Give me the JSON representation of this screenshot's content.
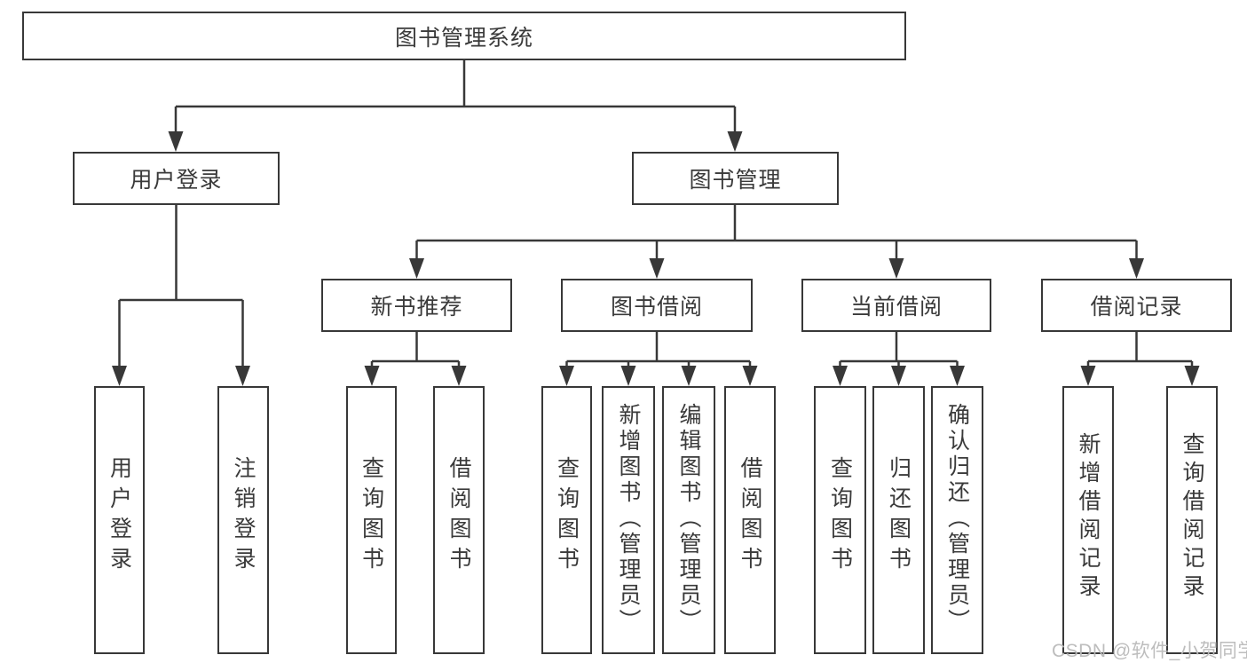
{
  "watermark": "CSDN @软件_小贺同学",
  "colors": {
    "line": "#383838",
    "text": "#3a3a3a",
    "background": "#ffffff",
    "watermark": "#b9b9b9"
  },
  "tree": {
    "root": {
      "label": "图书管理系统"
    },
    "nodes": [
      {
        "label": "用户登录",
        "children": [
          {
            "label": "用户登录"
          },
          {
            "label": "注销登录"
          }
        ]
      },
      {
        "label": "图书管理",
        "children": [
          {
            "label": "新书推荐",
            "children": [
              {
                "label": "查询图书"
              },
              {
                "label": "借阅图书"
              }
            ]
          },
          {
            "label": "图书借阅",
            "children": [
              {
                "label": "查询图书"
              },
              {
                "label": "新增图书（管理员）"
              },
              {
                "label": "编辑图书（管理员）"
              },
              {
                "label": "借阅图书"
              }
            ]
          },
          {
            "label": "当前借阅",
            "children": [
              {
                "label": "查询图书"
              },
              {
                "label": "归还图书"
              },
              {
                "label": "确认归还（管理员）"
              }
            ]
          },
          {
            "label": "借阅记录",
            "children": [
              {
                "label": "新增借阅记录"
              },
              {
                "label": "查询借阅记录"
              }
            ]
          }
        ]
      }
    ]
  }
}
